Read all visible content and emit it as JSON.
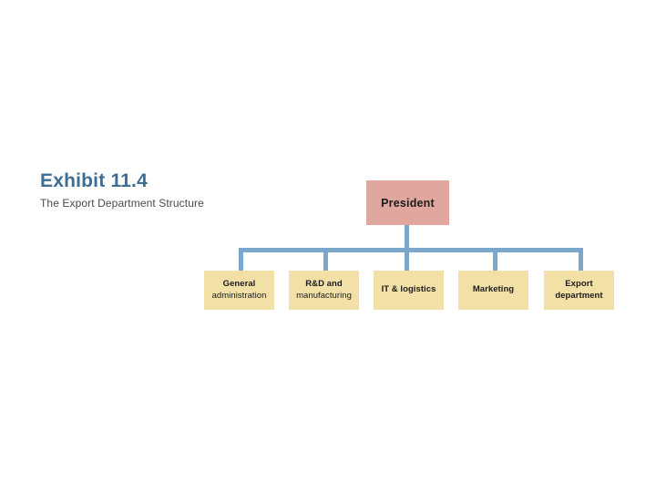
{
  "heading": {
    "title": "Exhibit 11.4",
    "subtitle": "The Export Department Structure",
    "title_color": "#3E6E91",
    "subtitle_color": "#4A4A4A"
  },
  "chart_data": {
    "type": "diagram",
    "diagram_type": "organizational-chart",
    "title": "Exhibit 11.4",
    "subtitle": "The Export Department Structure",
    "orientation": "top-down",
    "levels": 2,
    "colors": {
      "root_fill": "#E0A79F",
      "child_fill": "#F2E0A7",
      "connector": "#7BA7CC",
      "text": "#1C1C1C",
      "background": "#FFFFFF"
    },
    "root": {
      "id": "president",
      "label": "President",
      "fill": "#E0A79F"
    },
    "children": [
      {
        "id": "general-administration",
        "label": "General administration",
        "line_1": "General",
        "line_2": "administration",
        "fill": "#F2E0A7"
      },
      {
        "id": "rd-manufacturing",
        "label": "R&D and manufacturing",
        "line_1": "R&D and",
        "line_2": "manufacturing",
        "fill": "#F2E0A7"
      },
      {
        "id": "it-logistics",
        "label": "IT & logistics",
        "line_1": "IT & logistics",
        "line_2": "",
        "fill": "#F2E0A7"
      },
      {
        "id": "marketing",
        "label": "Marketing",
        "line_1": "Marketing",
        "line_2": "",
        "fill": "#F2E0A7"
      },
      {
        "id": "export-department",
        "label": "Export department",
        "line_1": "Export",
        "line_2": "department",
        "fill": "#F2E0A7"
      }
    ],
    "edges": [
      {
        "from": "president",
        "to": "general-administration"
      },
      {
        "from": "president",
        "to": "rd-manufacturing"
      },
      {
        "from": "president",
        "to": "it-logistics"
      },
      {
        "from": "president",
        "to": "marketing"
      },
      {
        "from": "president",
        "to": "export-department"
      }
    ]
  }
}
